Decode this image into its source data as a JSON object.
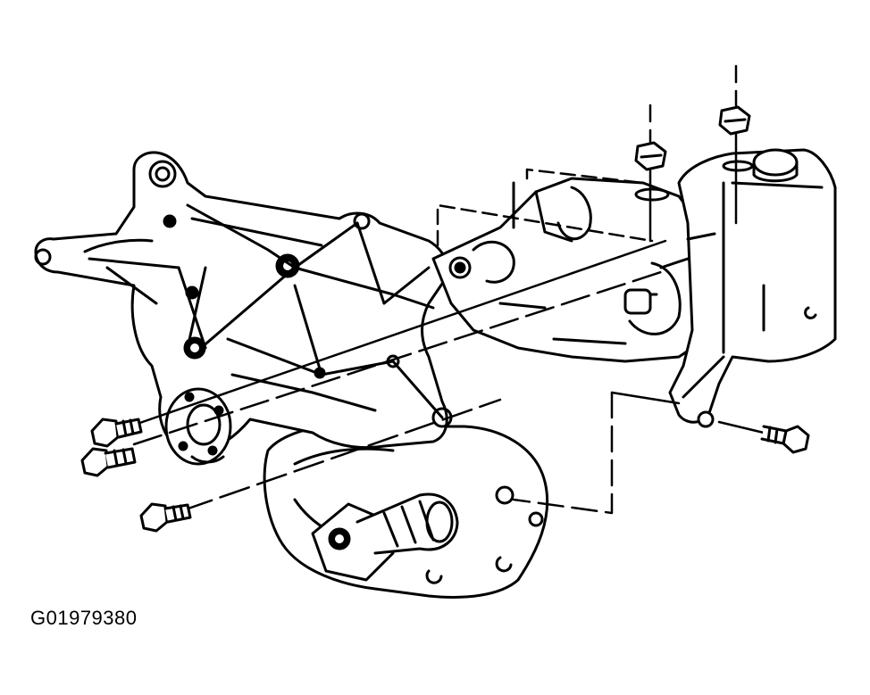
{
  "figure": {
    "id_text": "G01979380",
    "ink_color": "#000000",
    "background_color": "#ffffff"
  },
  "parts": [
    "accessory-bracket",
    "power-steering-pump",
    "power-steering-reservoir",
    "water-pump",
    "pulley-hub",
    "bolt",
    "nut",
    "washer"
  ]
}
